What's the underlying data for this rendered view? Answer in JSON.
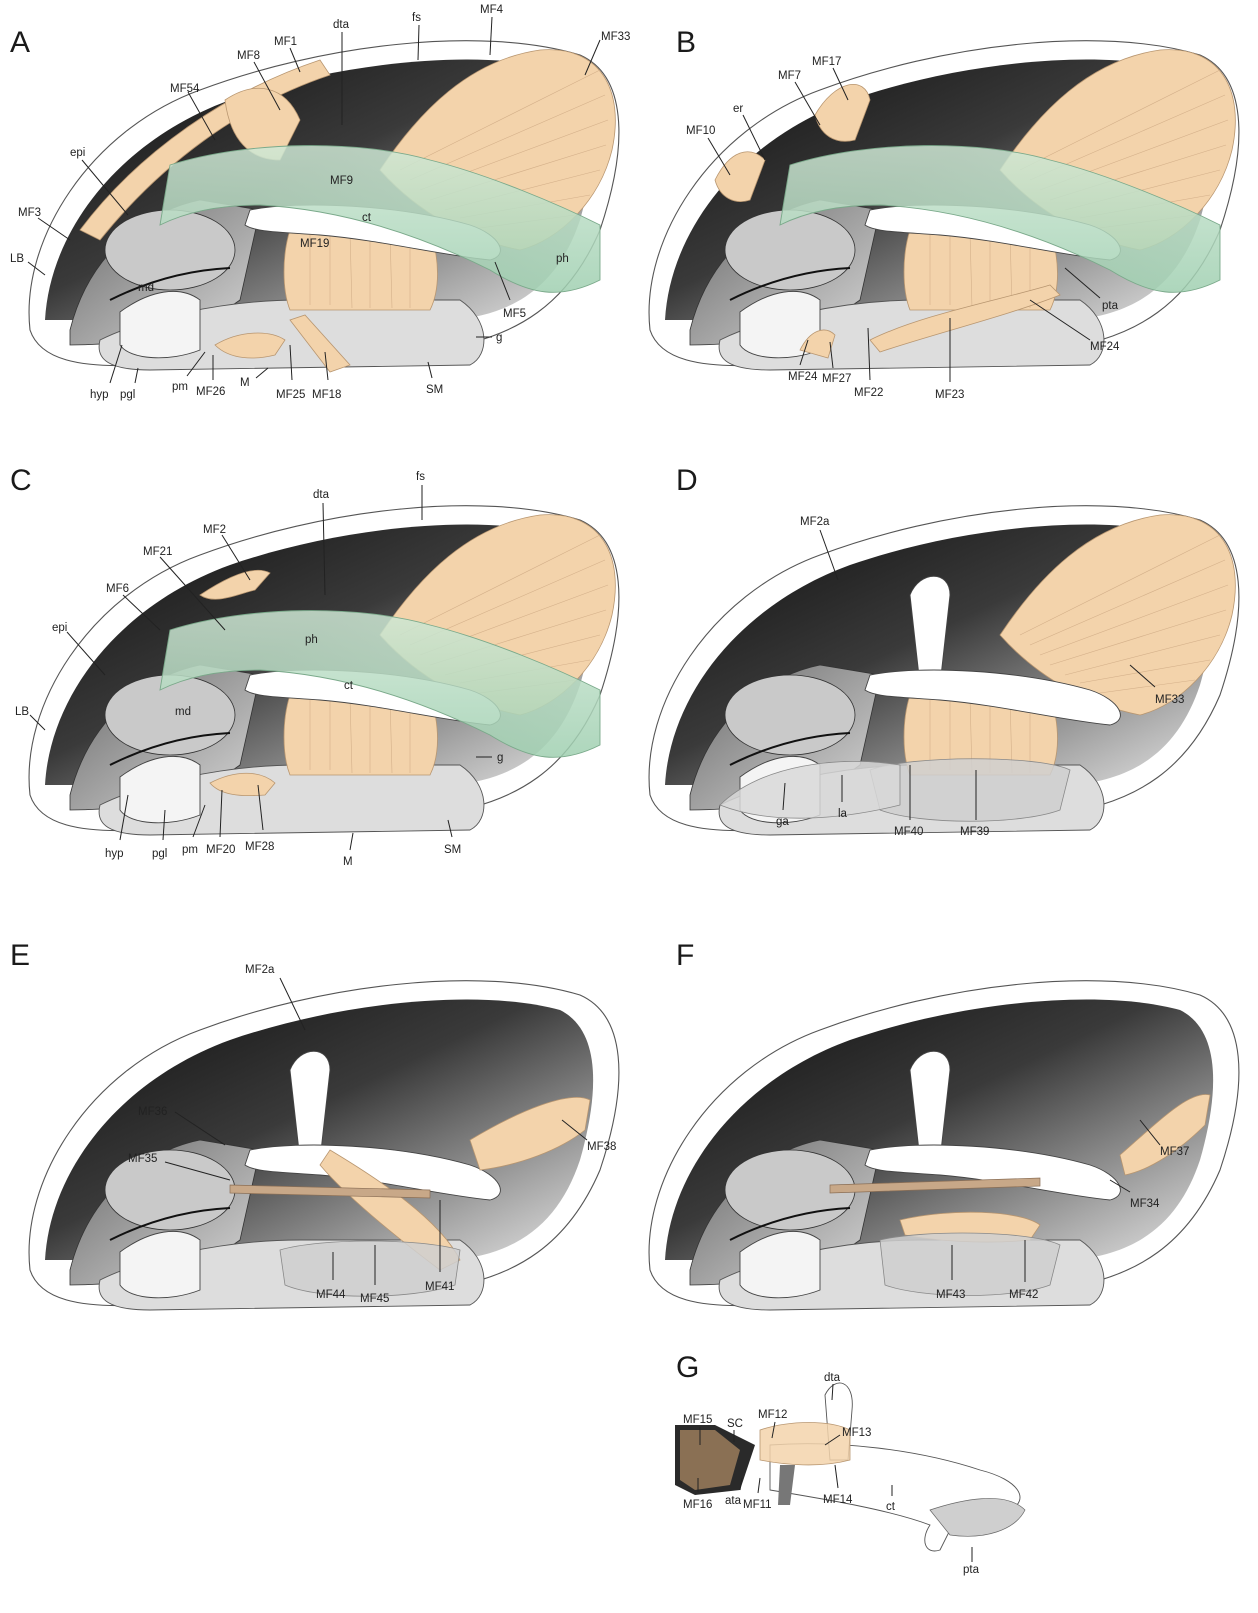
{
  "panels": [
    {
      "id": "A",
      "letter": "A",
      "labels": [
        "dta",
        "fs",
        "MF4",
        "MF33",
        "MF1",
        "MF8",
        "MF54",
        "epi",
        "MF9",
        "MF3",
        "ct",
        "MF19",
        "LB",
        "md",
        "ph",
        "MF5",
        "g",
        "hyp",
        "pgl",
        "pm",
        "MF26",
        "M",
        "MF25",
        "MF18",
        "SM"
      ]
    },
    {
      "id": "B",
      "letter": "B",
      "labels": [
        "MF17",
        "MF7",
        "er",
        "MF10",
        "pta",
        "MF24",
        "MF24",
        "MF27",
        "MF22",
        "MF23"
      ]
    },
    {
      "id": "C",
      "letter": "C",
      "labels": [
        "dta",
        "fs",
        "MF2",
        "MF21",
        "MF6",
        "epi",
        "ph",
        "ct",
        "LB",
        "md",
        "g",
        "hyp",
        "pgl",
        "pm",
        "MF20",
        "MF28",
        "M",
        "SM"
      ]
    },
    {
      "id": "D",
      "letter": "D",
      "labels": [
        "MF2a",
        "MF33",
        "ga",
        "la",
        "MF40",
        "MF39"
      ]
    },
    {
      "id": "E",
      "letter": "E",
      "labels": [
        "MF2a",
        "MF36",
        "MF35",
        "MF38",
        "MF44",
        "MF45",
        "MF41"
      ]
    },
    {
      "id": "F",
      "letter": "F",
      "labels": [
        "MF37",
        "MF34",
        "MF43",
        "MF42"
      ]
    },
    {
      "id": "G",
      "letter": "G",
      "labels": [
        "dta",
        "MF15",
        "SC",
        "MF12",
        "MF13",
        "MF16",
        "ata",
        "MF11",
        "MF14",
        "ct",
        "pta"
      ]
    }
  ],
  "colors": {
    "muscle": "#f3d3ab",
    "pharynx": "#b8dcc4",
    "cuticle_dark": "#1c1c1c",
    "cuticle_mid": "#8a8a8a",
    "cuticle_light": "#e4e4e4",
    "tentorium": "#ffffff",
    "outline": "#555555"
  }
}
